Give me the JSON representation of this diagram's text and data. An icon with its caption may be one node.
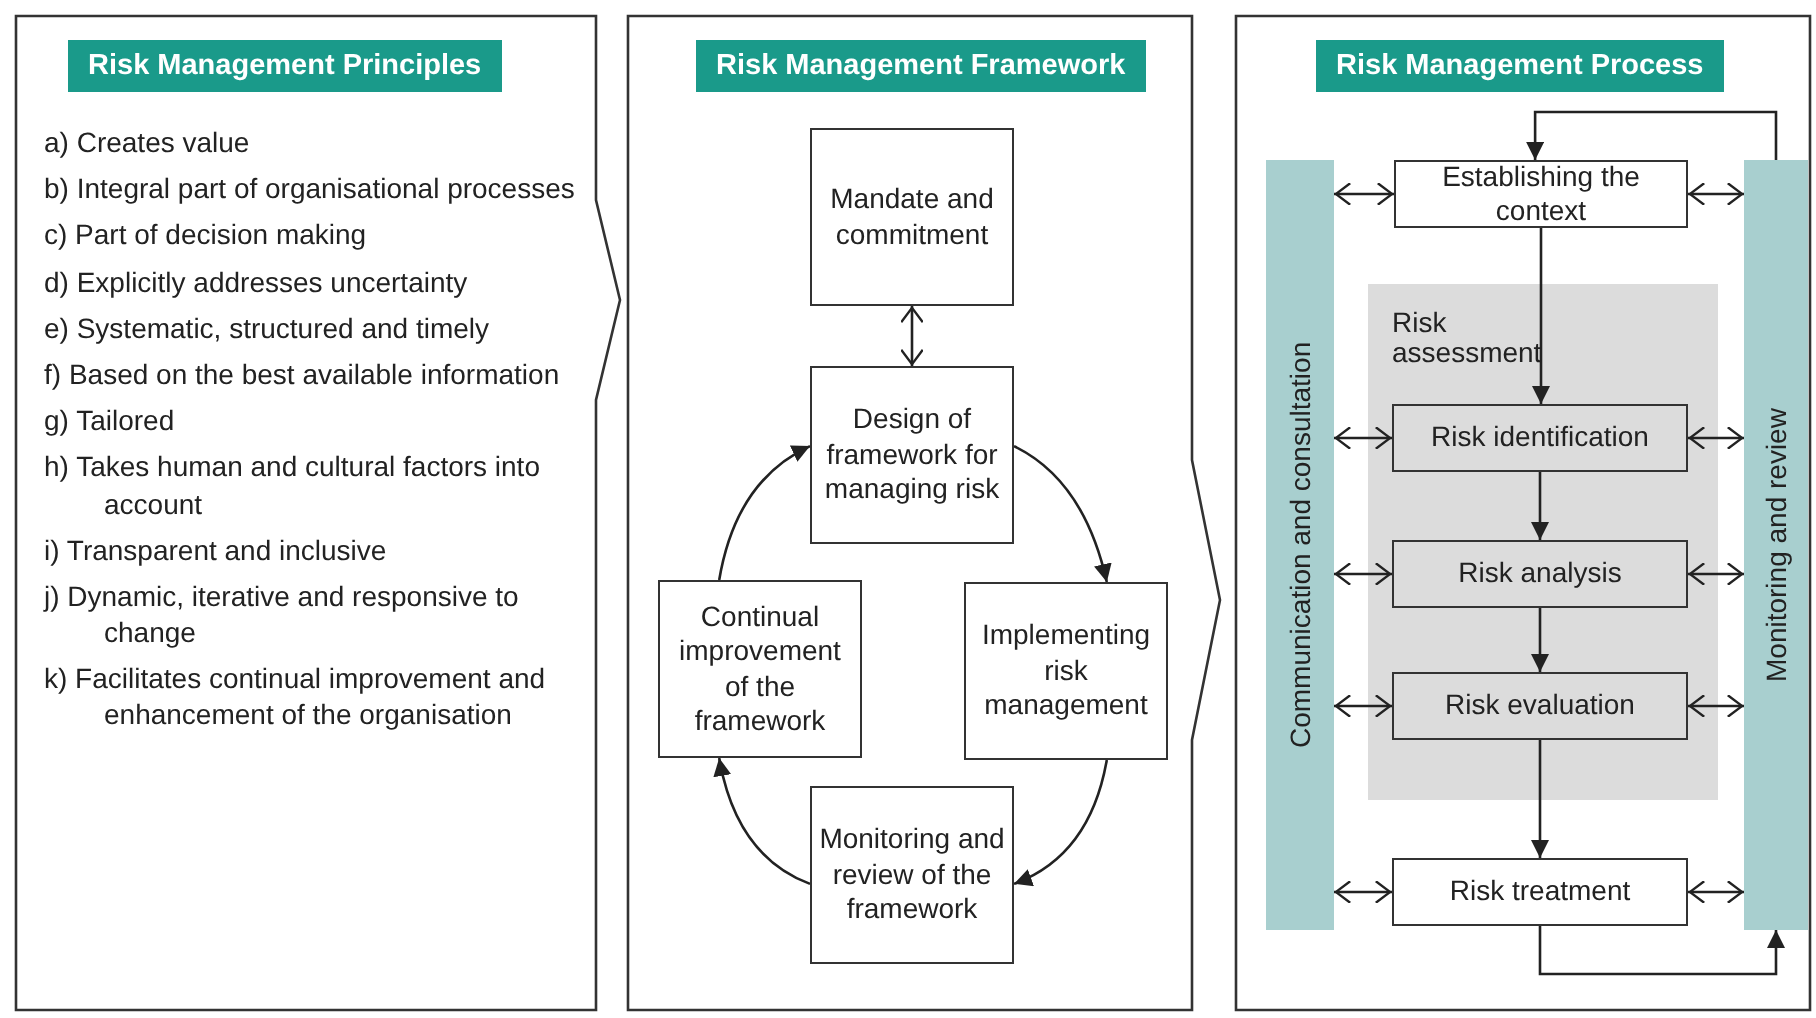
{
  "diagram": {
    "nodes": [
      {
        "text": [
          "Risk Management Principles",
          "a) Creates value",
          "b) Integral part of organisational processes",
          "c) Part of decision making",
          "d) Explicitly addresses uncertainty",
          "e) Systematic, structured and timely",
          "f) Based on the best available information",
          "g) Tailored",
          "h) Takes human and cultural factors into account",
          "i) Transparent and inclusive",
          "j) Dynamic, iterative and responsive to change",
          "k) Facilitates continual improvement and enhancement of the organisation"
        ]
      },
      {
        "text": [
          "Risk Management Framework"
        ]
      },
      {
        "text": [
          "Mandate and commitment"
        ],
        "in": 1
      },
      {
        "text": [
          "Design of framework for managing risk"
        ],
        "in": 1
      },
      {
        "text": [
          "Implementing risk management"
        ],
        "in": 1
      },
      {
        "text": [
          "Monitoring and review of the framework"
        ],
        "in": 1
      },
      {
        "text": [
          "Continual improvement of the framework"
        ],
        "in": 1
      },
      {
        "text": [
          "Risk Management Process"
        ]
      },
      {
        "text": [
          "Communication and consultation"
        ],
        "in": 7
      },
      {
        "text": [
          "Establishing the context"
        ],
        "in": 7
      },
      {
        "text": [
          "Risk assessment"
        ],
        "in": 7
      },
      {
        "text": [
          "Risk identification"
        ],
        "in": 10
      },
      {
        "text": [
          "Risk analysis"
        ],
        "in": 10
      },
      {
        "text": [
          "Risk evaluation"
        ],
        "in": 10
      },
      {
        "text": [
          "Risk treatment"
        ],
        "in": 7
      },
      {
        "text": [
          "Monitoring and review"
        ],
        "in": 7
      }
    ],
    "edges": [
      {
        "from": 2,
        "to": 3,
        "arrow": "both"
      },
      {
        "from": 3,
        "to": 4,
        "arrow": "to"
      },
      {
        "from": 4,
        "to": 5,
        "arrow": "to"
      },
      {
        "from": 5,
        "to": 6,
        "arrow": "to"
      },
      {
        "from": 6,
        "to": 3,
        "arrow": "to"
      },
      {
        "from": 15,
        "to": 9,
        "arrow": "to"
      },
      {
        "from": 9,
        "to": 11,
        "arrow": "to"
      },
      {
        "from": 11,
        "to": 12,
        "arrow": "to"
      },
      {
        "from": 12,
        "to": 13,
        "arrow": "to"
      },
      {
        "from": 13,
        "to": 14,
        "arrow": "to"
      },
      {
        "from": 14,
        "to": 15,
        "arrow": "to"
      },
      {
        "from": 8,
        "to": 9,
        "arrow": "both"
      },
      {
        "from": 8,
        "to": 11,
        "arrow": "both"
      },
      {
        "from": 8,
        "to": 12,
        "arrow": "both"
      },
      {
        "from": 8,
        "to": 13,
        "arrow": "both"
      },
      {
        "from": 8,
        "to": 14,
        "arrow": "both"
      },
      {
        "from": 9,
        "to": 15,
        "arrow": "both"
      },
      {
        "from": 11,
        "to": 15,
        "arrow": "both"
      },
      {
        "from": 12,
        "to": 15,
        "arrow": "both"
      },
      {
        "from": 13,
        "to": 15,
        "arrow": "both"
      },
      {
        "from": 14,
        "to": 15,
        "arrow": "both"
      }
    ]
  }
}
